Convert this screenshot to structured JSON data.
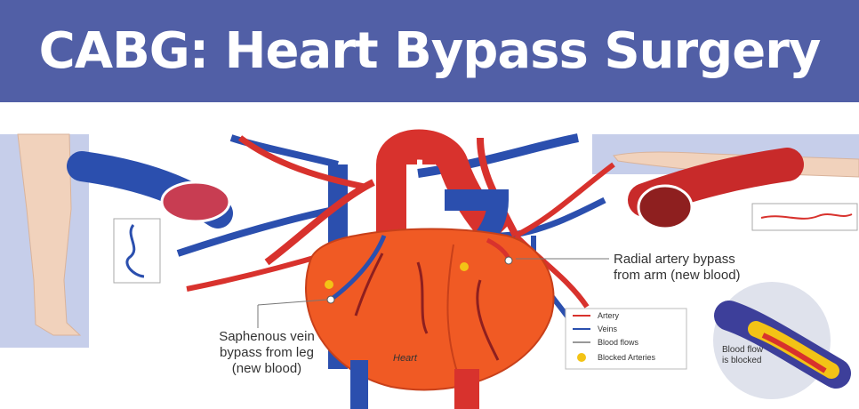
{
  "header": {
    "title": "CABG: Heart Bypass Surgery",
    "background": "#515fa6"
  },
  "diagram": {
    "heart_label": "Heart",
    "radial_label": [
      "Radial artery bypass",
      "from arm (new blood)"
    ],
    "saphenous_label": [
      "Saphenous vein",
      "bypass from leg",
      "(new blood)"
    ],
    "blocked_label": [
      "Blood flow",
      "is blocked"
    ]
  },
  "legend": {
    "items": [
      "Artery",
      "Veins",
      "Blood flows",
      "Blocked Arteries"
    ]
  },
  "colors": {
    "artery": "#d8322d",
    "vein": "#2b4fae",
    "heart": "#f05a24",
    "blockage": "#f3c316",
    "panel": "#c6ceea"
  }
}
